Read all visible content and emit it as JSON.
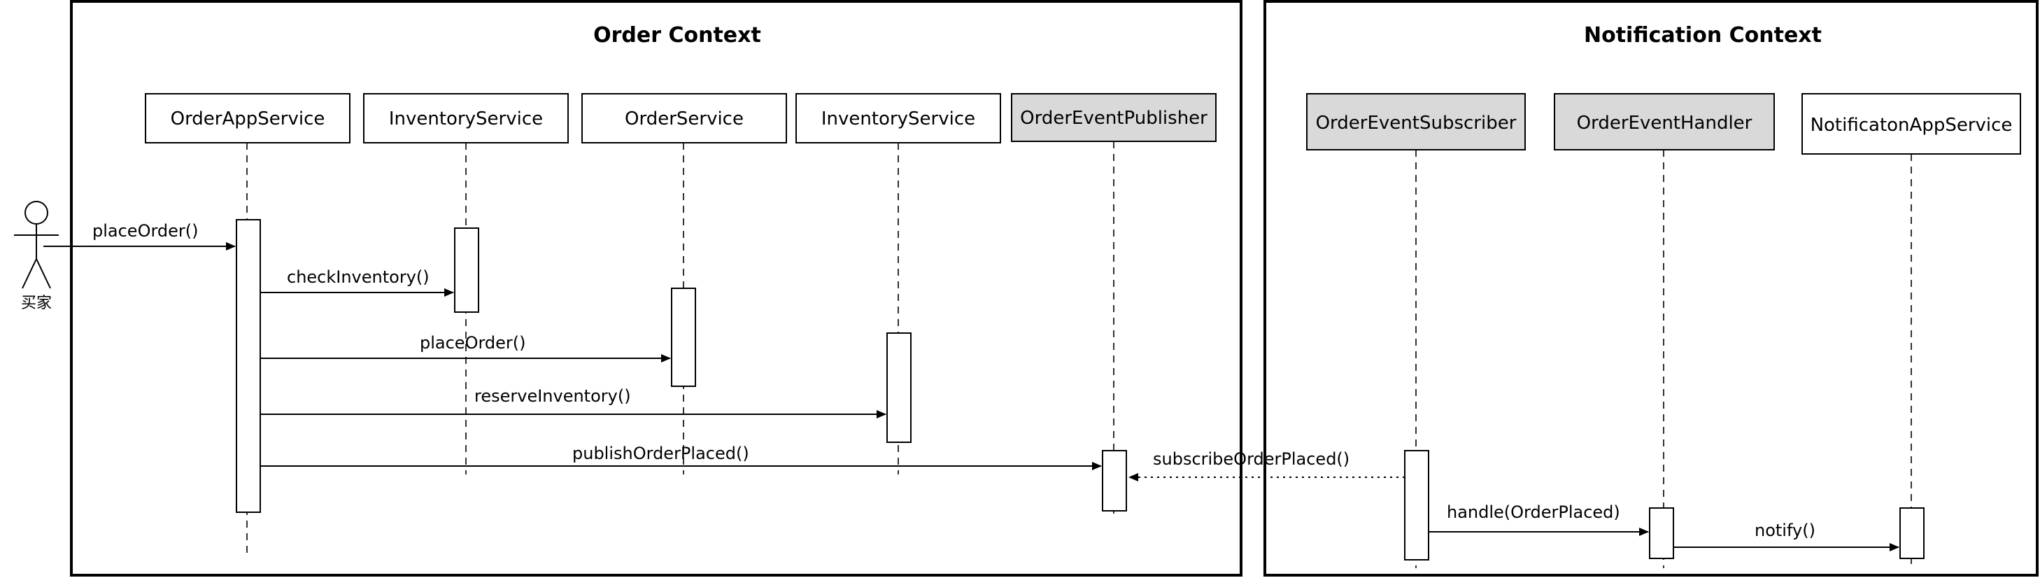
{
  "contexts": {
    "order": {
      "title": "Order Context"
    },
    "notification": {
      "title": "Notification Context"
    }
  },
  "actor": {
    "label": "买家"
  },
  "participants": {
    "order_app_service": {
      "label": "OrderAppService"
    },
    "inventory_service_1": {
      "label": "InventoryService"
    },
    "order_service": {
      "label": "OrderService"
    },
    "inventory_service_2": {
      "label": "InventoryService"
    },
    "order_event_publisher": {
      "label": "OrderEventPublisher"
    },
    "order_event_subscriber": {
      "label": "OrderEventSubscriber"
    },
    "order_event_handler": {
      "label": "OrderEventHandler"
    },
    "notification_app_service": {
      "label": "NotificatonAppService"
    }
  },
  "messages": {
    "place_order_actor": "placeOrder()",
    "check_inventory": "checkInventory()",
    "place_order": "placeOrder()",
    "reserve_inventory": "reserveInventory()",
    "publish_order_placed": "publishOrderPlaced()",
    "subscribe_order_placed": "subscribeOrderPlaced()",
    "handle_order_placed": "handle(OrderPlaced)",
    "notify": "notify()"
  },
  "colors": {
    "highlight_fill": "#d9d9d9",
    "default_fill": "#ffffff",
    "stroke": "#000000"
  }
}
